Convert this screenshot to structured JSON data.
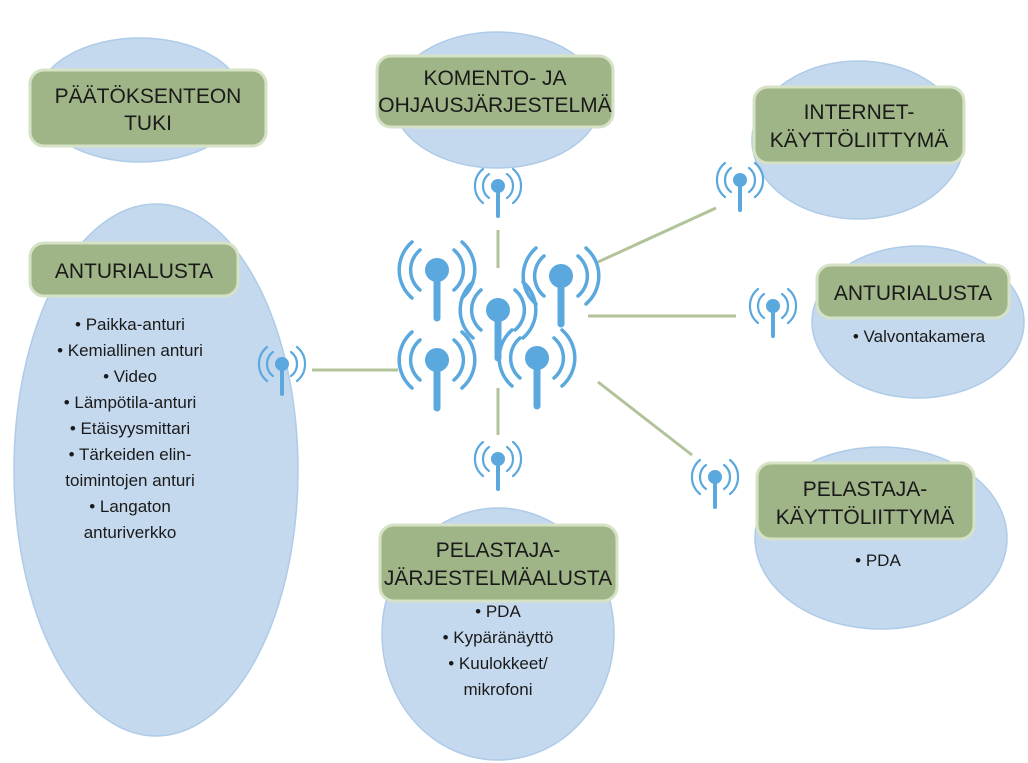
{
  "nodes": {
    "decision_support": {
      "title_lines": [
        "PÄÄTÖKSENTEON",
        "TUKI"
      ]
    },
    "command_control": {
      "title_lines": [
        "KOMENTO- JA",
        "OHJAUSJÄRJESTELMÄ"
      ]
    },
    "internet_ui": {
      "title_lines": [
        "INTERNET-",
        "KÄYTTÖLIITTYMÄ"
      ]
    },
    "sensor_platform_left": {
      "title_lines": [
        "ANTURIALUSTA"
      ],
      "bullets": [
        "• Paikka-anturi",
        "• Kemiallinen anturi",
        "• Video",
        "• Lämpötila-anturi",
        "• Etäisyysmittari",
        "• Tärkeiden elin-",
        "toimintojen anturi",
        "• Langaton",
        "anturiverkko"
      ]
    },
    "sensor_platform_right": {
      "title_lines": [
        "ANTURIALUSTA"
      ],
      "bullets": [
        "• Valvontakamera"
      ]
    },
    "rescuer_ui": {
      "title_lines": [
        "PELASTAJA-",
        "KÄYTTÖLIITTYMÄ"
      ],
      "bullets": [
        "• PDA"
      ]
    },
    "rescuer_platform": {
      "title_lines": [
        "PELASTAJA-",
        "JÄRJESTELMÄALUSTA"
      ],
      "bullets": [
        "• PDA",
        "• Kypäränäyttö",
        "• Kuulokkeet/",
        "mikrofoni"
      ]
    }
  },
  "icons": {
    "hub": "antenna-cluster-icon",
    "link": "antenna-icon"
  },
  "colors": {
    "bubble": "#c5d9ee",
    "box": "#9fb587",
    "connector": "#b2c39a",
    "antenna": "#5aa8de"
  }
}
